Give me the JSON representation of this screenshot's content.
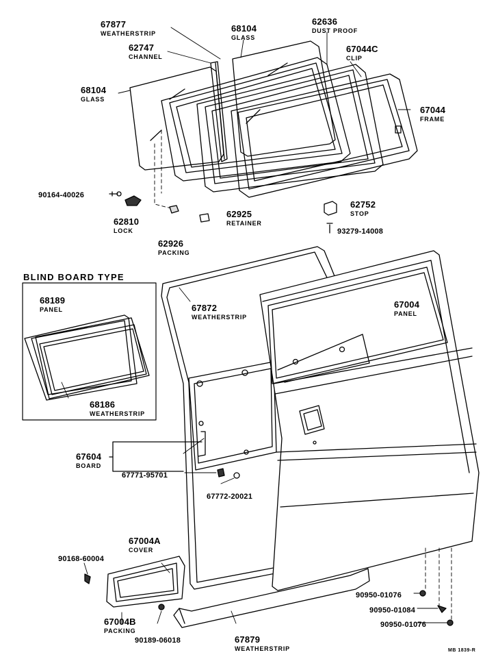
{
  "parts": {
    "p67877": {
      "number": "67877",
      "name": "WEATHERSTRIP"
    },
    "p68104a": {
      "number": "68104",
      "name": "GLASS"
    },
    "p62636": {
      "number": "62636",
      "name": "DUST PROOF"
    },
    "p62747": {
      "number": "62747",
      "name": "CHANNEL"
    },
    "p67044c": {
      "number": "67044C",
      "name": "CLIP"
    },
    "p68104b": {
      "number": "68104",
      "name": "GLASS"
    },
    "p67044": {
      "number": "67044",
      "name": "FRAME"
    },
    "p90164": {
      "number": "90164-40026"
    },
    "p62810": {
      "number": "62810",
      "name": "LOCK"
    },
    "p62925": {
      "number": "62925",
      "name": "RETAINER"
    },
    "p62752": {
      "number": "62752",
      "name": "STOP"
    },
    "p93279": {
      "number": "93279-14008"
    },
    "p62926": {
      "number": "62926",
      "name": "PACKING"
    },
    "p68189": {
      "number": "68189",
      "name": "PANEL"
    },
    "p67872": {
      "number": "67872",
      "name": "WEATHERSTRIP"
    },
    "p67004": {
      "number": "67004",
      "name": "PANEL"
    },
    "p68186": {
      "number": "68186",
      "name": "WEATHERSTRIP"
    },
    "p67604": {
      "number": "67604",
      "name": "BOARD"
    },
    "p67771": {
      "number": "67771-95701"
    },
    "p67772": {
      "number": "67772-20021"
    },
    "p67004a": {
      "number": "67004A",
      "name": "COVER"
    },
    "p90168": {
      "number": "90168-60004"
    },
    "p67004b": {
      "number": "67004B",
      "name": "PACKING"
    },
    "p90189": {
      "number": "90189-06018"
    },
    "p67879": {
      "number": "67879",
      "name": "WEATHERSTRIP"
    },
    "p90950a": {
      "number": "90950-01076"
    },
    "p90950b": {
      "number": "90950-01084"
    },
    "p90950c": {
      "number": "90950-01076"
    }
  },
  "blind_board": {
    "title": "BLIND BOARD TYPE"
  },
  "drawing_code": "MB  1839-R"
}
